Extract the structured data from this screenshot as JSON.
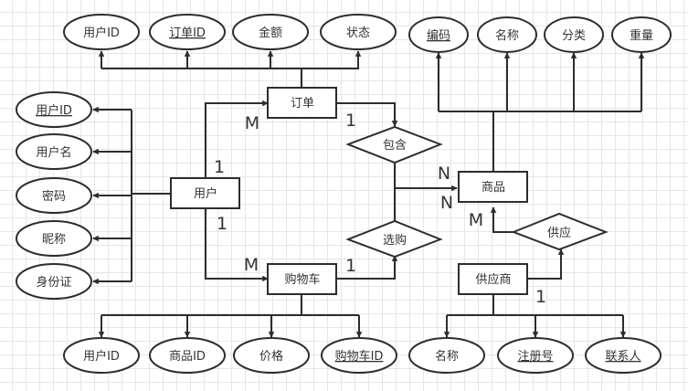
{
  "diagram": {
    "type": "er-diagram",
    "colors": {
      "stroke": "#2d2d2d",
      "text": "#333333",
      "fill": "#ffffff",
      "grid": "#e6e6e6"
    },
    "entities": [
      {
        "id": "order",
        "label": "订单"
      },
      {
        "id": "user",
        "label": "用户"
      },
      {
        "id": "cart",
        "label": "购物车"
      },
      {
        "id": "product",
        "label": "商品"
      },
      {
        "id": "supplier",
        "label": "供应商"
      }
    ],
    "relationships": [
      {
        "id": "contains",
        "label": "包含"
      },
      {
        "id": "select",
        "label": "选购"
      },
      {
        "id": "supply",
        "label": "供应"
      }
    ],
    "attributes": {
      "order": [
        {
          "label": "用户ID",
          "key": false
        },
        {
          "label": "订单ID",
          "key": true
        },
        {
          "label": "金额",
          "key": false
        },
        {
          "label": "状态",
          "key": false
        }
      ],
      "product": [
        {
          "label": "编码",
          "key": true
        },
        {
          "label": "名称",
          "key": false
        },
        {
          "label": "分类",
          "key": false
        },
        {
          "label": "重量",
          "key": false
        }
      ],
      "user": [
        {
          "label": "用户ID",
          "key": true
        },
        {
          "label": "用户名",
          "key": false
        },
        {
          "label": "密码",
          "key": false
        },
        {
          "label": "昵称",
          "key": false
        },
        {
          "label": "身份证",
          "key": false
        }
      ],
      "cart": [
        {
          "label": "用户ID",
          "key": false
        },
        {
          "label": "商品ID",
          "key": false
        },
        {
          "label": "价格",
          "key": false
        },
        {
          "label": "购物车ID",
          "key": true
        }
      ],
      "supplier": [
        {
          "label": "名称",
          "key": false
        },
        {
          "label": "注册号",
          "key": true
        },
        {
          "label": "联系人",
          "key": true
        }
      ]
    },
    "cardinalities": {
      "user_order_user": "1",
      "user_order_order": "M",
      "user_cart_user": "1",
      "user_cart_cart": "M",
      "order_contains": "1",
      "contains_product": "N",
      "select_product": "N",
      "cart_select": "1",
      "supply_product": "M",
      "supplier_supply": "1"
    }
  }
}
